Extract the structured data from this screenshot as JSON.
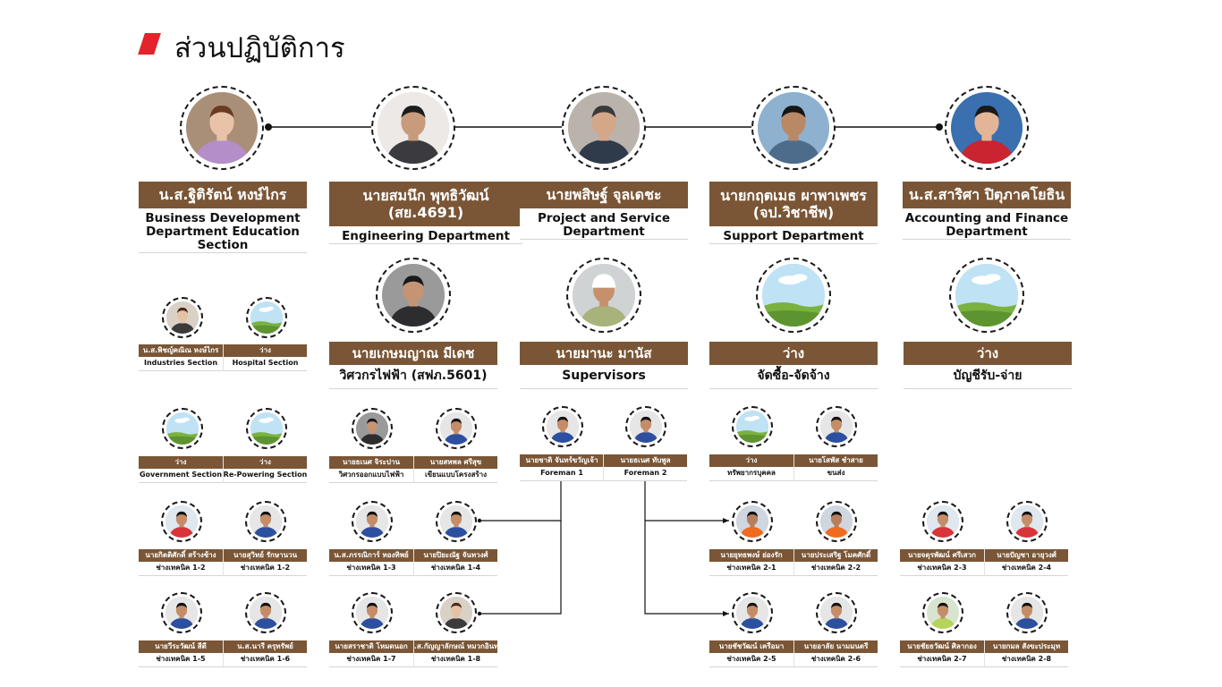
{
  "page": {
    "title": "ส่วนปฏิบัติการ"
  },
  "departments": [
    {
      "name": "น.ส.ฐิติรัตน์ หงษ์ไกร",
      "role": "Business Development Department Education Section"
    },
    {
      "name": "นายสมนึก พุทธิวัฒน์ (สย.4691)",
      "role": "Engineering Department"
    },
    {
      "name": "นายพสิษฐ์ จุลเดชะ",
      "role": "Project and Service Department"
    },
    {
      "name": "นายกฤตเมธ ผาพาเพชร (จป.วิชาชีพ)",
      "role": "Support Department"
    },
    {
      "name": "น.ส.สาริศา ปิตุภาคโยธิน",
      "role": "Accounting and Finance Department"
    }
  ],
  "sub_heads": [
    {
      "name": "นายเกษมญาณ มีเดช",
      "role": "วิศวกรไฟฟ้า (สฟภ.5601)"
    },
    {
      "name": "นายมานะ มานัส",
      "role": "Supervisors"
    },
    {
      "name": "ว่าง",
      "role": "จัดซื้อ-จัดจ้าง"
    },
    {
      "name": "ว่าง",
      "role": "บัญชีรับ-จ่าย"
    }
  ],
  "sections": [
    {
      "name": "น.ส.พิชญ์คณิณ หงษ์ไกร",
      "role": "Industries Section"
    },
    {
      "name": "ว่าง",
      "role": "Hospital Section"
    },
    {
      "name": "ว่าง",
      "role": "Government Section"
    },
    {
      "name": "ว่าง",
      "role": "Re-Powering Section"
    },
    {
      "name": "นายธเนศ จิระปาน",
      "role": "วิศวกรออกแบบไฟฟ้า"
    },
    {
      "name": "นายสหพล ศรีสุข",
      "role": "เขียนแบบโครงสร้าง"
    },
    {
      "name": "นายชาติ จันทร์ขวัญเจ้า",
      "role": "Foreman 1"
    },
    {
      "name": "นายธเนศ ทับพูล",
      "role": "Foreman 2"
    },
    {
      "name": "ว่าง",
      "role": "ทรัพยากรบุคคล"
    },
    {
      "name": "นายโสพัส ชำสาย",
      "role": "ขนส่ง"
    }
  ],
  "technicians": [
    {
      "name": "นายกิตติศักดิ์ สร้างช้าง",
      "role": "ช่างเทคนิค 1-2"
    },
    {
      "name": "นายสุวิทย์ รักษานวน",
      "role": "ช่างเทคนิค 1-2"
    },
    {
      "name": "น.ส.ภรรณิการ์ ทองทิพย์",
      "role": "ช่างเทคนิค 1-3"
    },
    {
      "name": "นายปิยะณัฐ จันทวงศ์",
      "role": "ช่างเทคนิค 1-4"
    },
    {
      "name": "นายยุทธพงษ์ ย่องรัก",
      "role": "ช่างเทคนิค 2-1"
    },
    {
      "name": "นายประเสริฐ โมคศักดิ์",
      "role": "ช่างเทคนิค 2-2"
    },
    {
      "name": "นายจตุรพัฒน์ ศรีเสวก",
      "role": "ช่างเทคนิค 2-3"
    },
    {
      "name": "นายปัญชา อายุวงศ์",
      "role": "ช่างเทคนิค 2-4"
    },
    {
      "name": "นายวีระวัฒน์ สีดี",
      "role": "ช่างเทคนิค 1-5"
    },
    {
      "name": "น.ส.นารี ครุทรัพย์",
      "role": "ช่างเทคนิค 1-6"
    },
    {
      "name": "นายสราชาติ โหมดนอก",
      "role": "ช่างเทคนิค 1-7"
    },
    {
      "name": "น.ส.กัญญาลักษณ์ หมวกอินทร์",
      "role": "ช่างเทคนิค 1-8"
    },
    {
      "name": "นายชัชวัฒน์ เครือมา",
      "role": "ช่างเทคนิค 2-5"
    },
    {
      "name": "นายอาลัย นามมนตรี",
      "role": "ช่างเทคนิค 2-6"
    },
    {
      "name": "นายชัยธวัฒน์ ศิลากอง",
      "role": "ช่างเทคนิค 2-7"
    },
    {
      "name": "นายกมล สังขะประมุท",
      "role": "ช่างเทคนิค 2-8"
    }
  ],
  "colors": {
    "name_bg": "#7a5636",
    "accent": "#e3242b",
    "line": "#111111"
  }
}
